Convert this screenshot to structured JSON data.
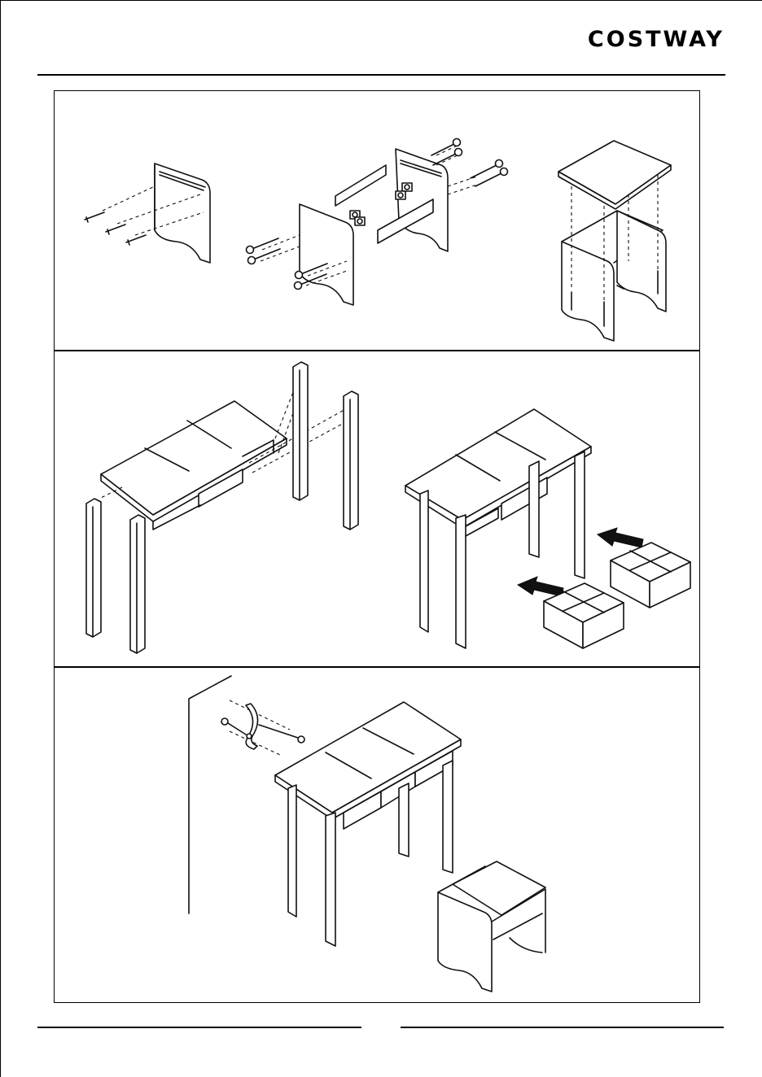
{
  "header": {
    "brand_name": "COSTWAY"
  },
  "panels": [
    {
      "name": "stool-assembly"
    },
    {
      "name": "table-legs-drawers-assembly"
    },
    {
      "name": "wall-anchor-final"
    }
  ]
}
